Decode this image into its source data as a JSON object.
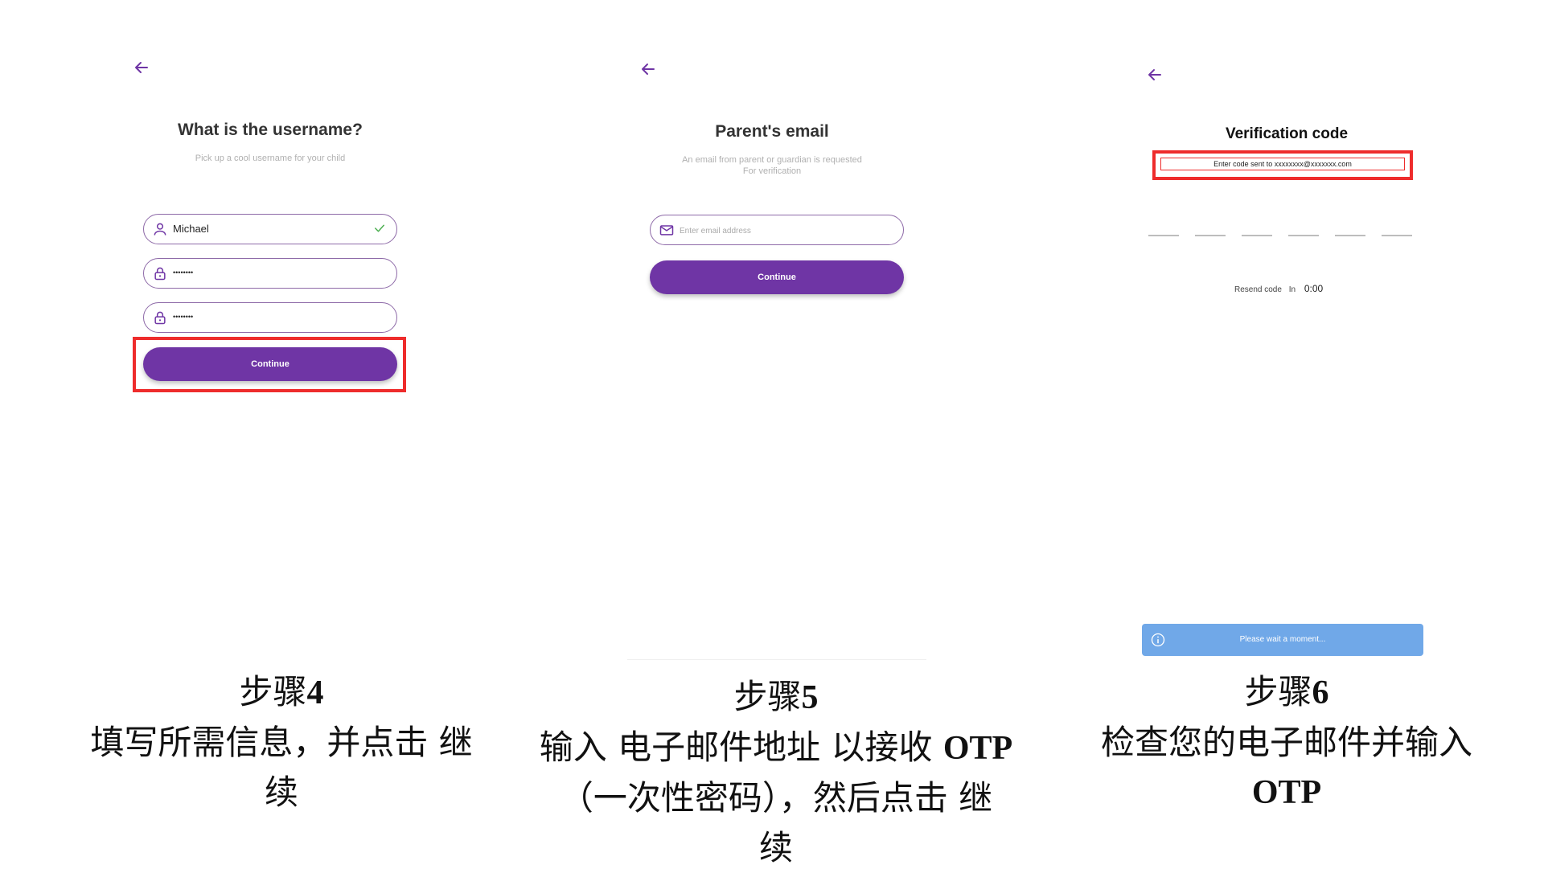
{
  "panel1": {
    "title": "What is the username?",
    "subtitle": "Pick up a cool username for your child",
    "username_value": "Michael",
    "password_value": "••••••••",
    "confirm_value": "••••••••",
    "continue_label": "Continue"
  },
  "panel2": {
    "title": "Parent's email",
    "subtitle_line1": "An email from parent or guardian is requested",
    "subtitle_line2": "For verification",
    "email_placeholder": "Enter email address",
    "continue_label": "Continue"
  },
  "panel3": {
    "title": "Verification code",
    "subtitle": "Enter code sent to xxxxxxxx@xxxxxxx.com",
    "otp_slots": 6,
    "resend_label": "Resend code",
    "resend_in": "In",
    "resend_time": "0:00",
    "toast_text": "Please wait a moment..."
  },
  "captions": {
    "step4_title": "步骤",
    "step4_num": "4",
    "step4_line1": "填写所需信息，并点击 继",
    "step4_line2": "续",
    "step5_title": "步骤",
    "step5_num": "5",
    "step5_line1a": "输入 电子邮件地址 以接收 ",
    "step5_line1b": "OTP",
    "step5_line2": "（一次性密码），然后点击 继",
    "step5_line3": "续",
    "step6_title": "步骤",
    "step6_num": "6",
    "step6_line1": "检查您的电子邮件并输入",
    "step6_line2": "OTP"
  },
  "colors": {
    "accent": "#6f35a5",
    "highlight": "#ee2c2c",
    "check": "#4caf50",
    "toast": "#70a8e8"
  }
}
